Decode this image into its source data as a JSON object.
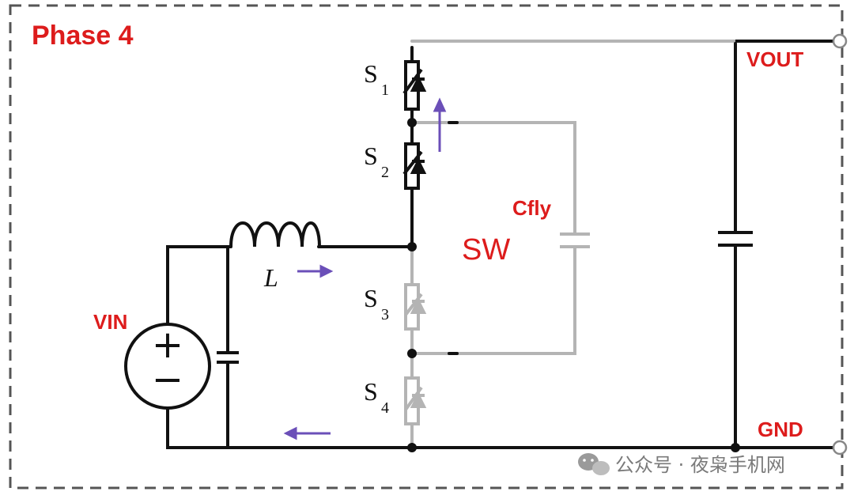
{
  "diagram": {
    "title": "Phase 4",
    "labels": {
      "vout": "VOUT",
      "gnd": "GND",
      "vin": "VIN",
      "cfly": "Cfly",
      "sw": "SW",
      "inductor": "L"
    },
    "switches": [
      {
        "letter": "S",
        "sub": "1"
      },
      {
        "letter": "S",
        "sub": "2"
      },
      {
        "letter": "S",
        "sub": "3"
      },
      {
        "letter": "S",
        "sub": "4"
      }
    ],
    "source_symbol": {
      "plus": "+",
      "minus": "−"
    }
  },
  "watermark": {
    "text": "公众号 · 夜枭手机网"
  },
  "colors": {
    "active": "#111111",
    "inactive": "#b4b4b4",
    "label_red": "#dd1c1c",
    "arrow": "#6b4fb8",
    "border": "#555555"
  }
}
